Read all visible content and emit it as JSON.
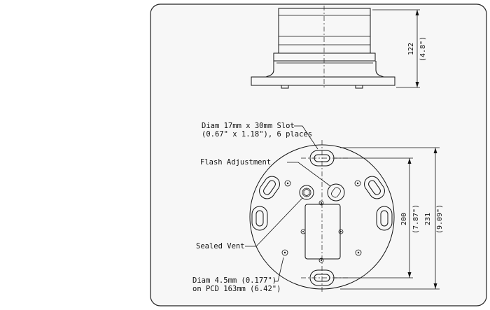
{
  "side_view": {
    "height_mm": "122",
    "height_in": "(4.8\")"
  },
  "callouts": {
    "slot": [
      "Diam 17mm x 30mm Slot",
      "(0.67\" x 1.18\"), 6 places"
    ],
    "flash": "Flash Adjustment",
    "vent": "Sealed Vent",
    "hole": [
      "Diam 4.5mm (0.177\")",
      "on PCD 163mm (6.42\")"
    ]
  },
  "dimensions": {
    "pcd_mm": "200",
    "pcd_in": "(7.87\")",
    "dia_mm": "231",
    "dia_in": "(9.09\")"
  }
}
